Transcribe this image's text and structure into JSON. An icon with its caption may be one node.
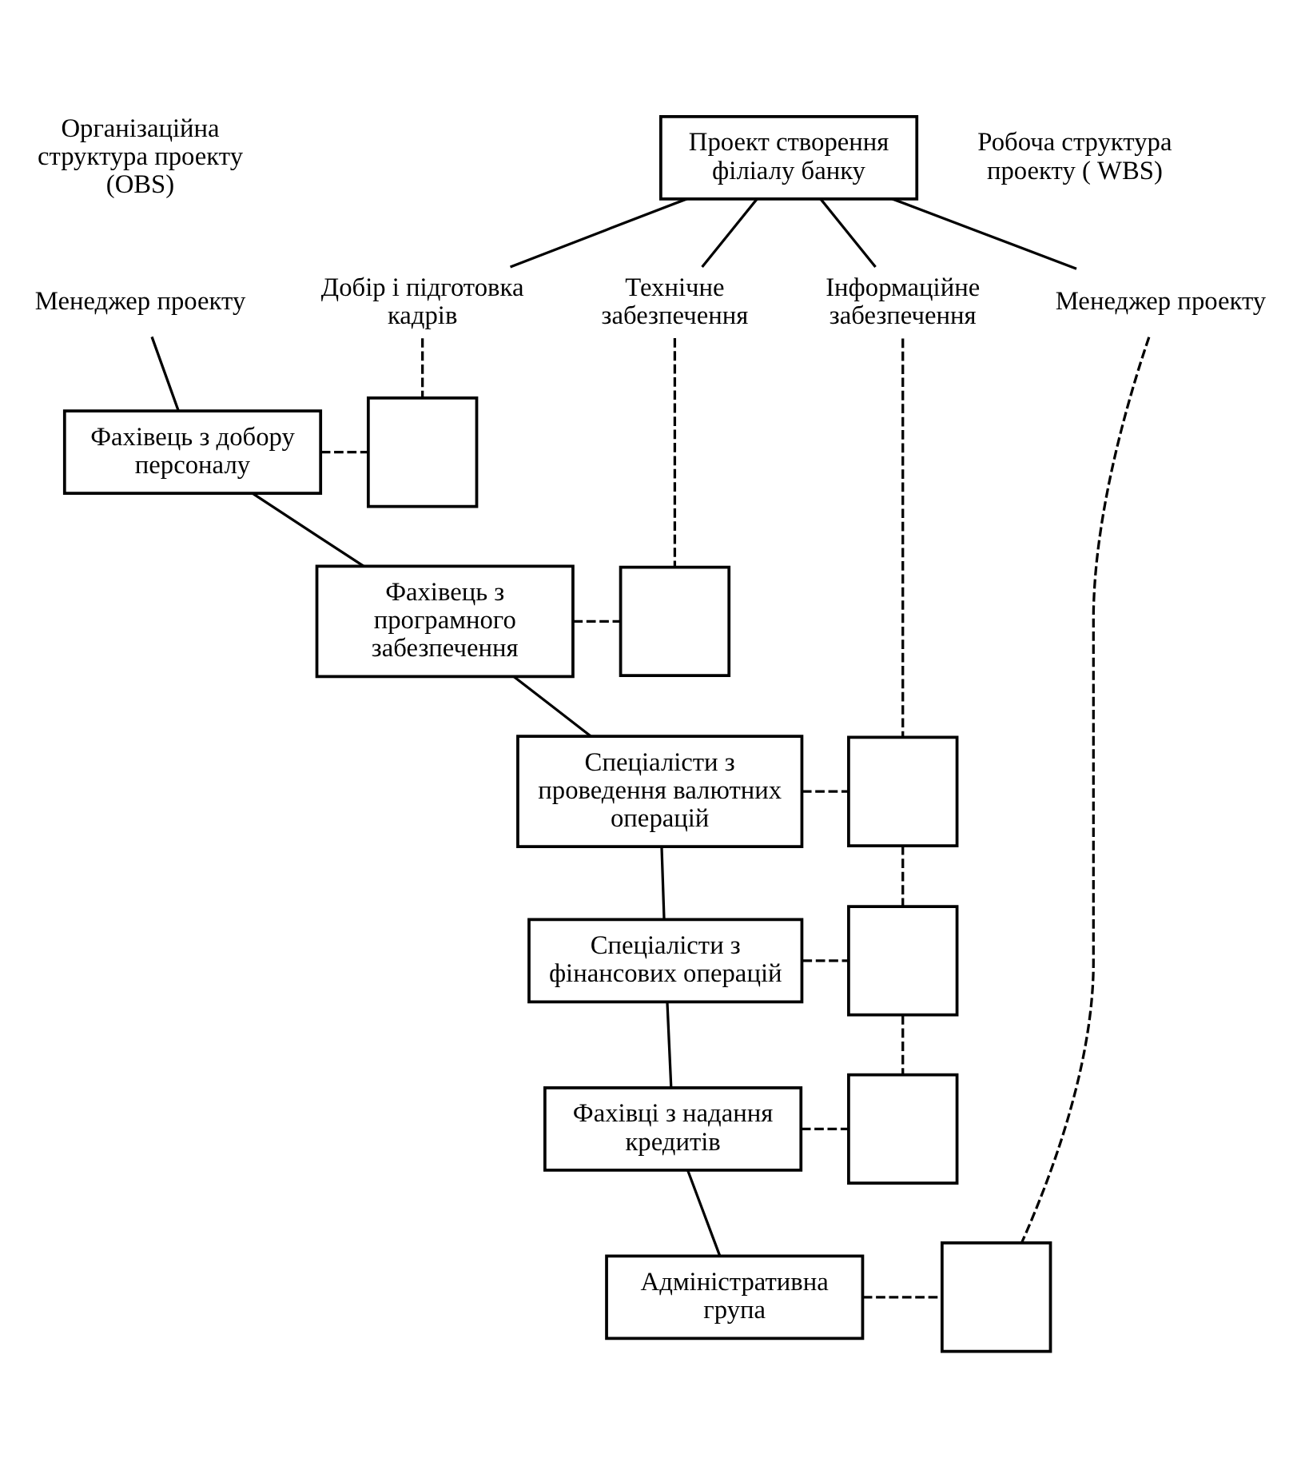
{
  "diagram": {
    "nodes": [
      {
        "text": [
          "Проект створення філіалу банку"
        ]
      },
      {
        "text": [
          "Організаційна структура проекту (OBS)"
        ]
      },
      {
        "text": [
          "Робоча структура проекту ( WBS)"
        ]
      },
      {
        "text": [
          "Добір і підготовка кадрів"
        ]
      },
      {
        "text": [
          "Технічне забезпечення"
        ]
      },
      {
        "text": [
          "Інформаційне забезпечення"
        ]
      },
      {
        "text": [
          "Менеджер проекту"
        ]
      },
      {
        "text": [
          "Менеджер проекту"
        ]
      },
      {
        "text": [
          "Фахівець з добору персоналу"
        ]
      },
      {
        "text": [
          "Фахівець з програмного забезпечення"
        ]
      },
      {
        "text": [
          "Спеціалісти з проведення валютних операцій"
        ]
      },
      {
        "text": [
          "Спеціалісти з фінансових операцій"
        ]
      },
      {
        "text": [
          "Фахівці з надання кредитів"
        ]
      },
      {
        "text": [
          "Адміністративна група"
        ]
      },
      {
        "text": [],
        "shape": "box"
      },
      {
        "text": [],
        "shape": "box"
      },
      {
        "text": [],
        "shape": "box"
      },
      {
        "text": [],
        "shape": "box"
      },
      {
        "text": [],
        "shape": "box"
      },
      {
        "text": [],
        "shape": "box"
      }
    ],
    "edges": [
      {
        "from": 0,
        "to": 3,
        "arrow": "none"
      },
      {
        "from": 0,
        "to": 4,
        "arrow": "none"
      },
      {
        "from": 0,
        "to": 5,
        "arrow": "none"
      },
      {
        "from": 0,
        "to": 6,
        "arrow": "none"
      },
      {
        "from": 7,
        "to": 8,
        "arrow": "none"
      },
      {
        "from": 8,
        "to": 9,
        "arrow": "none"
      },
      {
        "from": 9,
        "to": 10,
        "arrow": "none"
      },
      {
        "from": 10,
        "to": 11,
        "arrow": "none"
      },
      {
        "from": 11,
        "to": 12,
        "arrow": "none"
      },
      {
        "from": 12,
        "to": 13,
        "arrow": "none"
      },
      {
        "from": 3,
        "to": 14,
        "arrow": "none",
        "style": "dashed"
      },
      {
        "from": 4,
        "to": 15,
        "arrow": "none",
        "style": "dashed"
      },
      {
        "from": 5,
        "to": 16,
        "arrow": "none",
        "style": "dashed"
      },
      {
        "from": 16,
        "to": 17,
        "arrow": "none",
        "style": "dashed"
      },
      {
        "from": 17,
        "to": 18,
        "arrow": "none",
        "style": "dashed"
      },
      {
        "from": 6,
        "to": 19,
        "arrow": "none",
        "style": "dashed"
      },
      {
        "from": 8,
        "to": 14,
        "arrow": "none",
        "style": "dashed"
      },
      {
        "from": 9,
        "to": 15,
        "arrow": "none",
        "style": "dashed"
      },
      {
        "from": 10,
        "to": 16,
        "arrow": "none",
        "style": "dashed"
      },
      {
        "from": 11,
        "to": 17,
        "arrow": "none",
        "style": "dashed"
      },
      {
        "from": 12,
        "to": 18,
        "arrow": "none",
        "style": "dashed"
      },
      {
        "from": 13,
        "to": 19,
        "arrow": "none",
        "style": "dashed"
      }
    ]
  }
}
